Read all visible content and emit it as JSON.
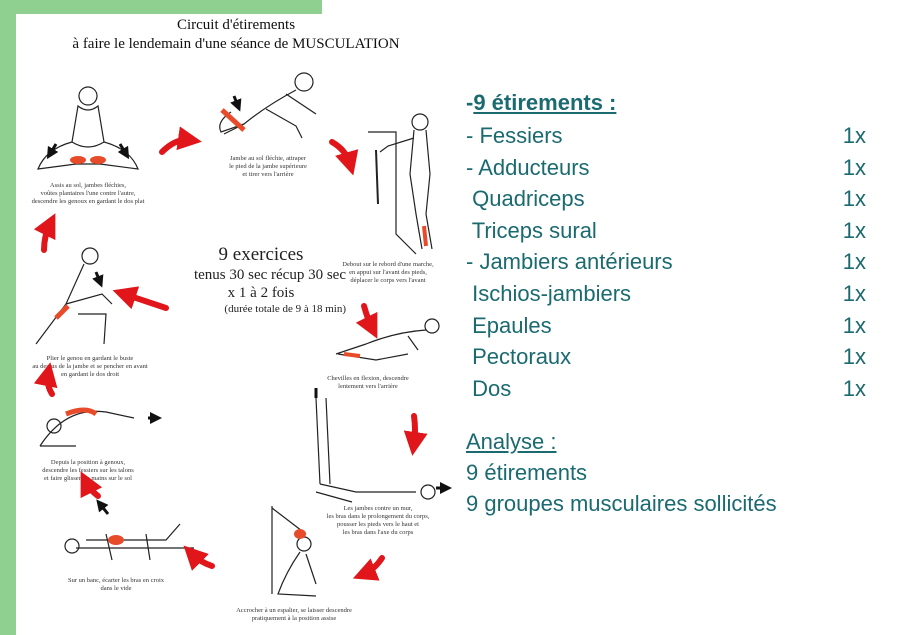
{
  "poster": {
    "title_line1": "Circuit d'étirements",
    "title_line2": "à faire le lendemain d'une séance de MUSCULATION",
    "center": {
      "line1": "9 exercices",
      "line2": "tenus 30 sec récup 30 sec",
      "line3": "x 1 à 2 fois",
      "line4": "(durée totale de 9 à 18 min)"
    },
    "captions": [
      {
        "l1": "Assis au sol, jambes fléchies,",
        "l2": "voûtes plantaires l'une contre l'autre,",
        "l3": "descendre les genoux en gardant le dos plat"
      },
      {
        "l1": "Jambe au sol fléchie, attraper",
        "l2": "le pied de la jambe supérieure",
        "l3": "et tirer vers l'arrière"
      },
      {
        "l1": "Debout sur le rebord d'une marche,",
        "l2": "en appui sur l'avant des pieds,",
        "l3": "déplacer le corps vers l'avant"
      },
      {
        "l1": "Chevilles en flexion, descendre",
        "l2": "lentement vers l'arrière",
        "l3": ""
      },
      {
        "l1": "Les jambes contre un mur,",
        "l2": "les bras dans le prolongement du corps,",
        "l3": "pousser les pieds vers le haut et",
        "l4": "les bras dans l'axe du corps"
      },
      {
        "l1": "Accrocher à un espalier, se laisser descendre",
        "l2": "pratiquement à la position assise",
        "l3": ""
      },
      {
        "l1": "Sur un banc, écarter les bras en croix",
        "l2": "dans le vide",
        "l3": ""
      },
      {
        "l1": "Depuis la position à genoux,",
        "l2": "descendre les fessiers sur les talons",
        "l3": "et faire glisser les mains sur le sol"
      },
      {
        "l1": "Plier le genou en gardant le buste",
        "l2": "au dessus de la jambe et se pencher en avant",
        "l3": "en gardant le dos droit"
      }
    ]
  },
  "stretch_list": {
    "title_prefix": "-",
    "title": "9 étirements :",
    "items": [
      {
        "label": "- Fessiers",
        "count": "1x"
      },
      {
        "label": "- Adducteurs",
        "count": "1x"
      },
      {
        "label": " Quadriceps",
        "count": "1x"
      },
      {
        "label": " Triceps sural",
        "count": "1x"
      },
      {
        "label": "- Jambiers antérieurs",
        "count": "1x"
      },
      {
        "label": " Ischios-jambiers",
        "count": "1x"
      },
      {
        "label": " Epaules",
        "count": "1x"
      },
      {
        "label": " Pectoraux",
        "count": "1x"
      },
      {
        "label": " Dos",
        "count": "1x"
      }
    ]
  },
  "analysis": {
    "title": "Analyse :",
    "line1": "9 étirements",
    "line2": "9 groupes musculaires sollicités"
  },
  "colors": {
    "accent_green": "#8fcf8f",
    "text_teal": "#1a6a70",
    "arrow_red": "#e0161b"
  }
}
